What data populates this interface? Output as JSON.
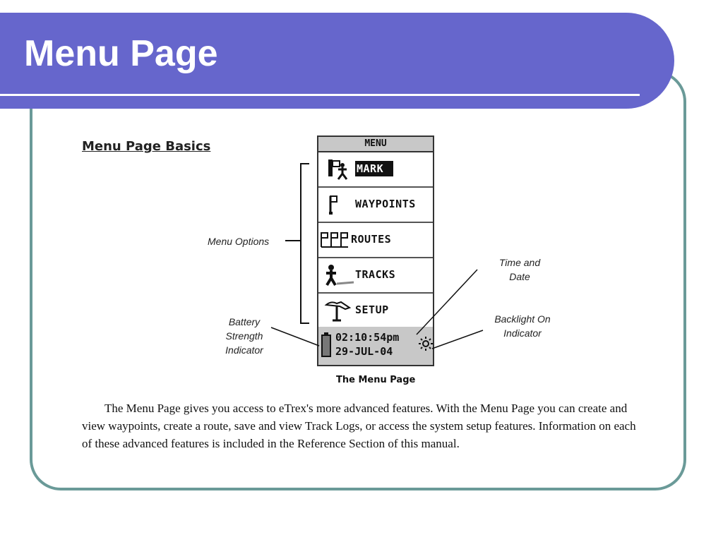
{
  "slide": {
    "title": "Menu Page"
  },
  "content": {
    "heading": "Menu Page Basics",
    "figure_caption": "The Menu Page",
    "body": "The Menu Page gives you access to eTrex's more advanced features. With the Menu Page you can create and view waypoints, create a route, save and view Track Logs, or access the system setup features.  Information on each of these advanced features is included in the Reference Section of this manual."
  },
  "device": {
    "header": "MENU",
    "items": [
      {
        "label": "MARK",
        "icon": "mark-icon",
        "selected": true
      },
      {
        "label": "WAYPOINTS",
        "icon": "waypoint-flag-icon"
      },
      {
        "label": "ROUTES",
        "icon": "routes-icon"
      },
      {
        "label": "TRACKS",
        "icon": "tracks-icon"
      },
      {
        "label": "SETUP",
        "icon": "setup-icon"
      }
    ],
    "time": "02:10:54pm",
    "date": "29-JUL-04"
  },
  "callouts": {
    "menu_options": "Menu Options",
    "time_date": [
      "Time and",
      "Date"
    ],
    "battery": [
      "Battery",
      "Strength",
      "Indicator"
    ],
    "backlight": [
      "Backlight On",
      "Indicator"
    ]
  },
  "colors": {
    "title_bar": "#6666cc",
    "frame_border": "#6a9a98"
  }
}
